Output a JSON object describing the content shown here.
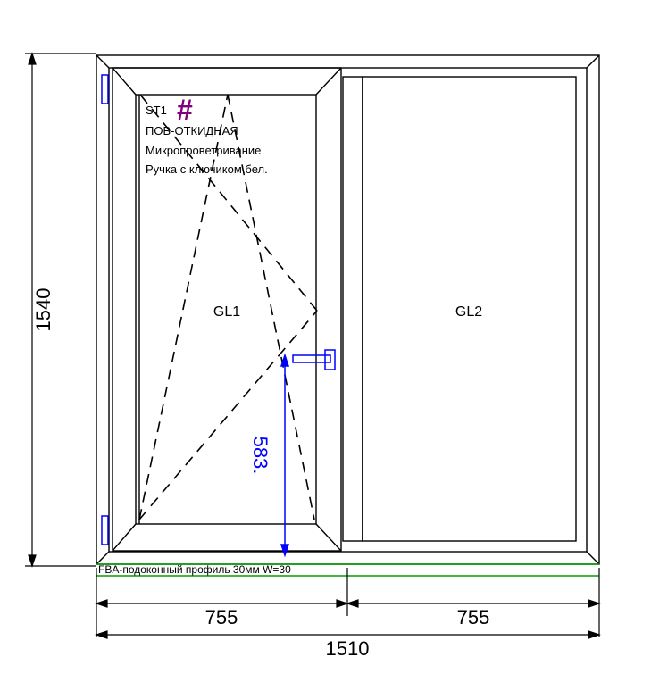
{
  "dimensions": {
    "height": "1540",
    "width_left": "755",
    "width_right": "755",
    "width_total": "1510",
    "handle_height": "583."
  },
  "sash": {
    "code": "ST1",
    "mark": "#",
    "type": "ПОВ-ОТКИДНАЯ",
    "feature": "Микропроветривание",
    "handle": "Ручка с ключиком бел."
  },
  "glass": {
    "left": "GL1",
    "right": "GL2"
  },
  "sill_profile": "FBA-подоконный профиль 30мм W=30",
  "colors": {
    "frame": "#000000",
    "hardware": "#0000ff",
    "sill": "#00a000",
    "mark": "#800080"
  }
}
